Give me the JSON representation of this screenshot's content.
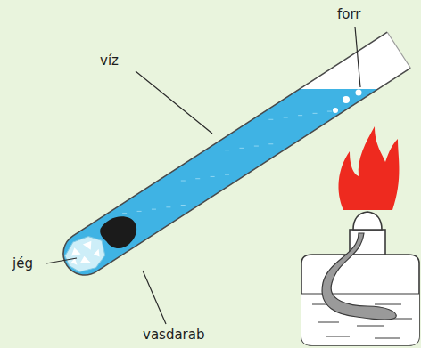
{
  "diagram": {
    "labels": [
      "forr",
      "víz",
      "jég",
      "vasdarab"
    ]
  }
}
